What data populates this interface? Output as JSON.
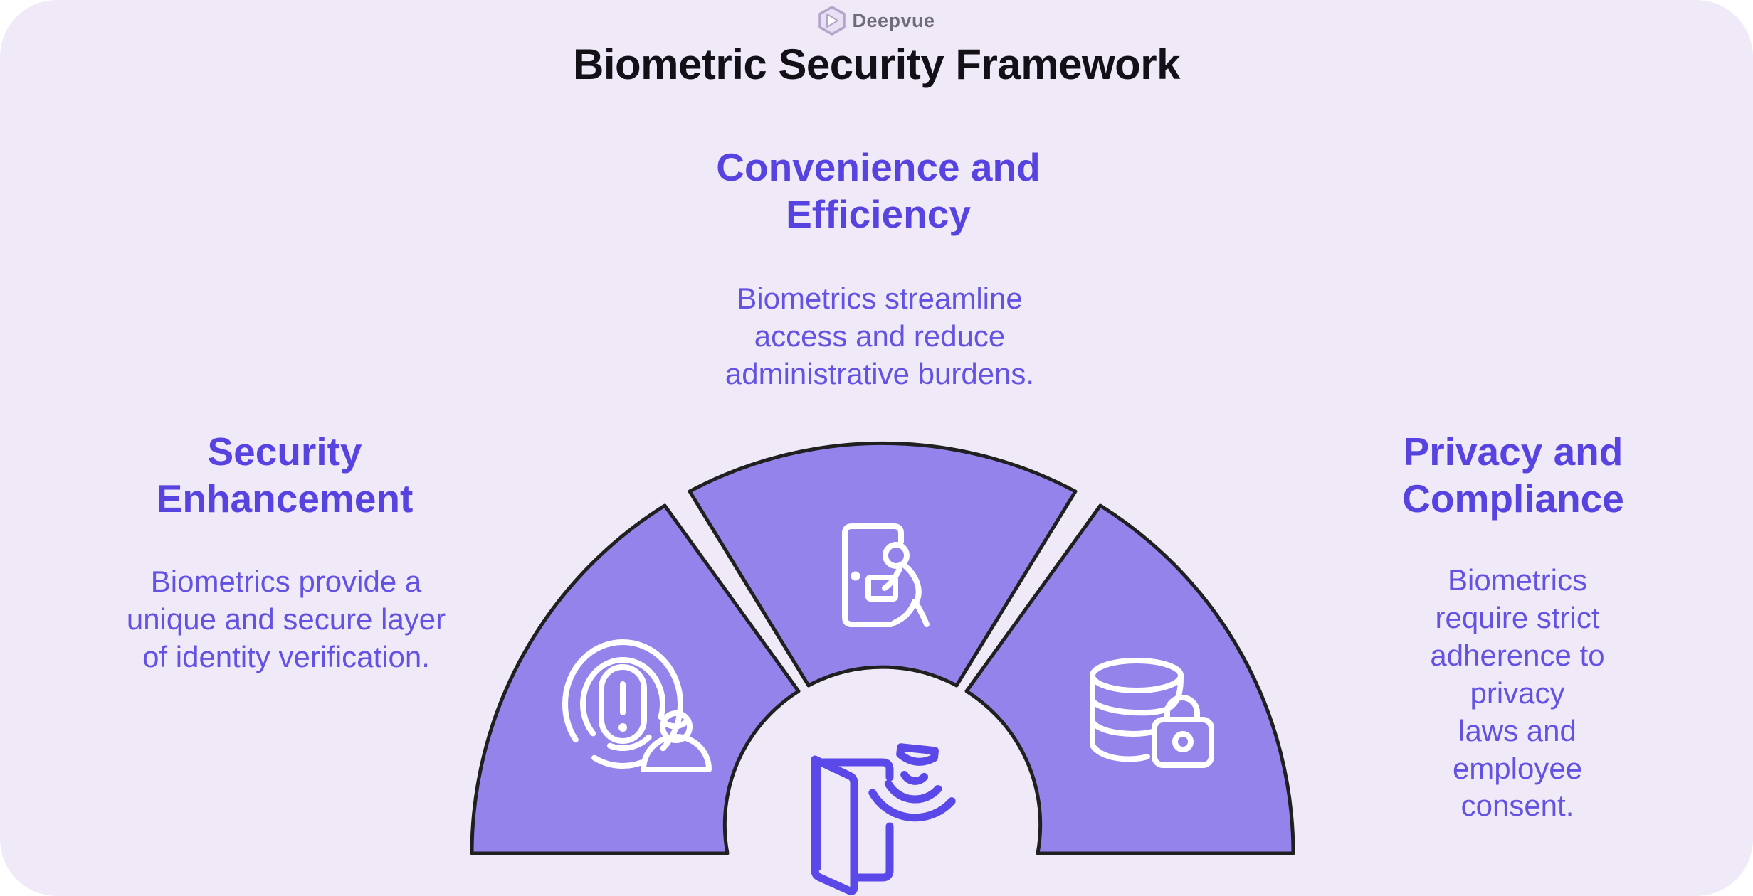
{
  "brand": {
    "name": "Deepvue"
  },
  "title": "Biometric Security Framework",
  "sections": [
    {
      "id": "security-enhancement",
      "heading": "Security\nEnhancement",
      "body": "Biometrics provide a\nunique and secure layer\nof identity verification."
    },
    {
      "id": "convenience-efficiency",
      "heading": "Convenience and\nEfficiency",
      "body": "Biometrics streamline\naccess and reduce\nadministrative burdens."
    },
    {
      "id": "privacy-compliance",
      "heading": "Privacy and\nCompliance",
      "body": "Biometrics require strict\nadherence to privacy\nlaws and employee\nconsent."
    }
  ],
  "diagram": {
    "type": "semicircular-fan",
    "segments": [
      {
        "label": "Security Enhancement",
        "icon": "fingerprint-user-icon"
      },
      {
        "label": "Convenience and Efficiency",
        "icon": "door-access-person-icon"
      },
      {
        "label": "Privacy and Compliance",
        "icon": "database-lock-icon"
      }
    ],
    "center_icon": "door-proximity-sensor-icon",
    "colors": {
      "background": "#EFE9F8",
      "segment_fill": "#9583EC",
      "segment_outline": "#202020",
      "heading_text": "#5743DF",
      "body_text": "#6453E2",
      "title_text": "#141018",
      "segment_icon_stroke": "#FFFFFF",
      "center_icon_stroke": "#5B48E8",
      "logo_text": "#6F6B79"
    }
  }
}
